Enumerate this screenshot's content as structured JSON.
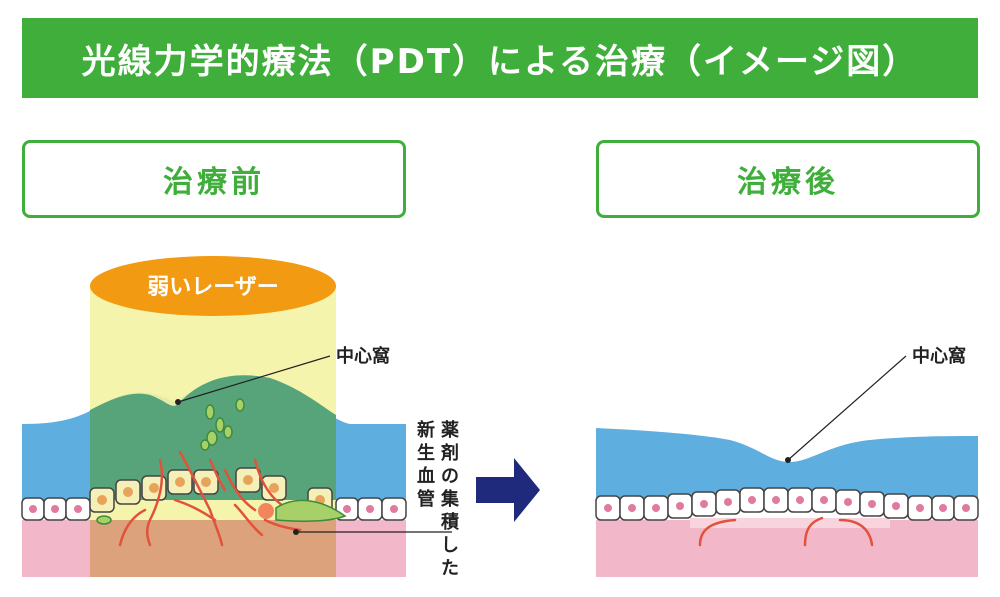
{
  "title": "光線力学的療法（PDT）による治療（イメージ図）",
  "before_label": "治療前",
  "after_label": "治療後",
  "laser_label": "弱いレーザー",
  "fovea_label_before": "中心窩",
  "fovea_label_after": "中心窩",
  "neovascular_label": [
    "新",
    "生",
    "血",
    "管"
  ],
  "drug_label": [
    "薬",
    "剤",
    "の",
    "集",
    "積",
    "し",
    "た"
  ],
  "colors": {
    "title_green": "#3fae3a",
    "retina_blue": "#5eaee0",
    "choroid_pink": "#f2b8c9",
    "laser_yellow": "#f4f3a3",
    "laser_orange": "#f29a12",
    "vessel_red": "#e2523a",
    "drug_green": "#a7d168",
    "arrow_navy": "#1f2a7c"
  }
}
